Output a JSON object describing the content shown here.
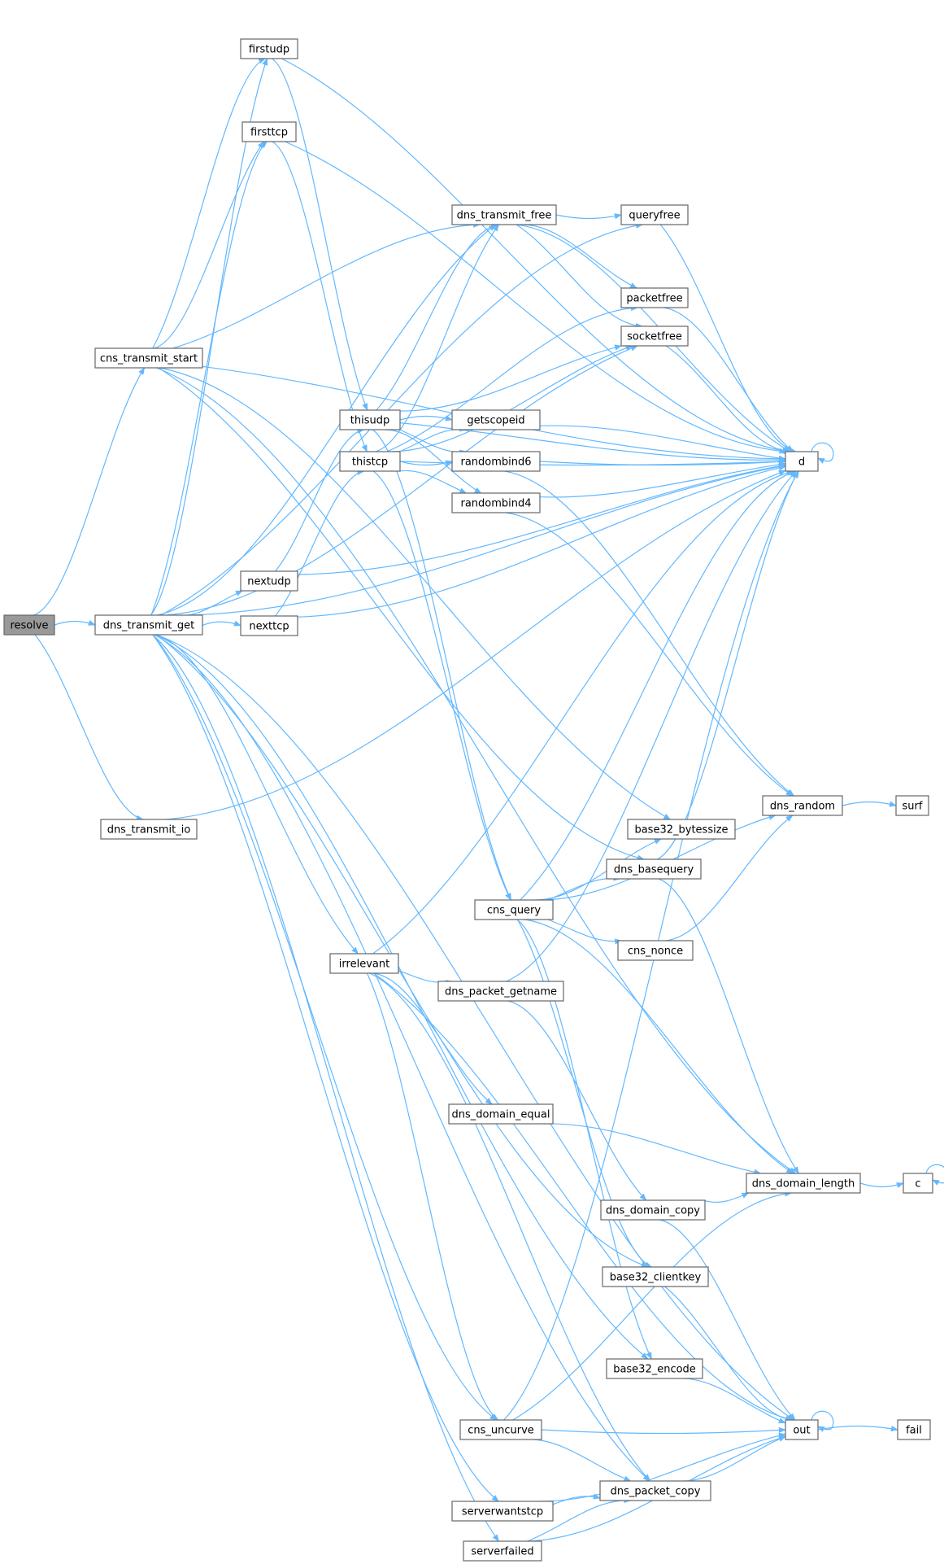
{
  "graph": {
    "edge_color": "#63b8ff",
    "node_border_color": "#666666",
    "root_fill_color": "#999999",
    "nodes": [
      {
        "id": "resolve",
        "label": "resolve",
        "root": true
      },
      {
        "id": "cns_transmit_start",
        "label": "cns_transmit_start"
      },
      {
        "id": "dns_transmit_get",
        "label": "dns_transmit_get"
      },
      {
        "id": "dns_transmit_io",
        "label": "dns_transmit_io"
      },
      {
        "id": "firstudp",
        "label": "firstudp"
      },
      {
        "id": "firsttcp",
        "label": "firsttcp"
      },
      {
        "id": "nextudp",
        "label": "nextudp"
      },
      {
        "id": "nexttcp",
        "label": "nexttcp"
      },
      {
        "id": "irrelevant",
        "label": "irrelevant"
      },
      {
        "id": "thisudp",
        "label": "thisudp"
      },
      {
        "id": "thistcp",
        "label": "thistcp"
      },
      {
        "id": "dns_transmit_free",
        "label": "dns_transmit_free"
      },
      {
        "id": "queryfree",
        "label": "queryfree"
      },
      {
        "id": "packetfree",
        "label": "packetfree"
      },
      {
        "id": "socketfree",
        "label": "socketfree"
      },
      {
        "id": "getscopeid",
        "label": "getscopeid"
      },
      {
        "id": "randombind6",
        "label": "randombind6"
      },
      {
        "id": "randombind4",
        "label": "randombind4"
      },
      {
        "id": "d",
        "label": "d"
      },
      {
        "id": "dns_random",
        "label": "dns_random"
      },
      {
        "id": "surf",
        "label": "surf"
      },
      {
        "id": "base32_bytessize",
        "label": "base32_bytessize"
      },
      {
        "id": "dns_basequery",
        "label": "dns_basequery"
      },
      {
        "id": "cns_query",
        "label": "cns_query"
      },
      {
        "id": "cns_nonce",
        "label": "cns_nonce"
      },
      {
        "id": "dns_packet_getname",
        "label": "dns_packet_getname"
      },
      {
        "id": "dns_domain_equal",
        "label": "dns_domain_equal"
      },
      {
        "id": "dns_domain_length",
        "label": "dns_domain_length"
      },
      {
        "id": "c",
        "label": "c"
      },
      {
        "id": "dns_domain_copy",
        "label": "dns_domain_copy"
      },
      {
        "id": "base32_clientkey",
        "label": "base32_clientkey"
      },
      {
        "id": "base32_encode",
        "label": "base32_encode"
      },
      {
        "id": "cns_uncurve",
        "label": "cns_uncurve"
      },
      {
        "id": "out",
        "label": "out"
      },
      {
        "id": "fail",
        "label": "fail"
      },
      {
        "id": "dns_packet_copy",
        "label": "dns_packet_copy"
      },
      {
        "id": "serverwantstcp",
        "label": "serverwantstcp"
      },
      {
        "id": "serverfailed",
        "label": "serverfailed"
      }
    ],
    "edges": [
      [
        "resolve",
        "cns_transmit_start"
      ],
      [
        "resolve",
        "dns_transmit_get"
      ],
      [
        "resolve",
        "dns_transmit_io"
      ],
      [
        "cns_transmit_start",
        "firstudp"
      ],
      [
        "cns_transmit_start",
        "firsttcp"
      ],
      [
        "cns_transmit_start",
        "dns_transmit_free"
      ],
      [
        "cns_transmit_start",
        "d"
      ],
      [
        "cns_transmit_start",
        "base32_bytessize"
      ],
      [
        "cns_transmit_start",
        "dns_basequery"
      ],
      [
        "cns_transmit_start",
        "dns_domain_length"
      ],
      [
        "dns_transmit_get",
        "firstudp"
      ],
      [
        "dns_transmit_get",
        "firsttcp"
      ],
      [
        "dns_transmit_get",
        "nextudp"
      ],
      [
        "dns_transmit_get",
        "nexttcp"
      ],
      [
        "dns_transmit_get",
        "dns_transmit_free"
      ],
      [
        "dns_transmit_get",
        "queryfree"
      ],
      [
        "dns_transmit_get",
        "socketfree"
      ],
      [
        "dns_transmit_get",
        "irrelevant"
      ],
      [
        "dns_transmit_get",
        "d"
      ],
      [
        "dns_transmit_get",
        "out"
      ],
      [
        "dns_transmit_get",
        "cns_uncurve"
      ],
      [
        "dns_transmit_get",
        "dns_packet_copy"
      ],
      [
        "dns_transmit_get",
        "serverwantstcp"
      ],
      [
        "dns_transmit_get",
        "serverfailed"
      ],
      [
        "dns_transmit_get",
        "base32_clientkey"
      ],
      [
        "dns_transmit_get",
        "base32_encode"
      ],
      [
        "dns_transmit_io",
        "d"
      ],
      [
        "firstudp",
        "thisudp"
      ],
      [
        "firstudp",
        "d"
      ],
      [
        "firsttcp",
        "thistcp"
      ],
      [
        "firsttcp",
        "d"
      ],
      [
        "nextudp",
        "thisudp"
      ],
      [
        "nextudp",
        "d"
      ],
      [
        "nexttcp",
        "thistcp"
      ],
      [
        "nexttcp",
        "d"
      ],
      [
        "thisudp",
        "dns_transmit_free"
      ],
      [
        "thisudp",
        "socketfree"
      ],
      [
        "thisudp",
        "getscopeid"
      ],
      [
        "thisudp",
        "randombind6"
      ],
      [
        "thisudp",
        "randombind4"
      ],
      [
        "thisudp",
        "d"
      ],
      [
        "thisudp",
        "cns_query"
      ],
      [
        "thistcp",
        "dns_transmit_free"
      ],
      [
        "thistcp",
        "packetfree"
      ],
      [
        "thistcp",
        "socketfree"
      ],
      [
        "thistcp",
        "getscopeid"
      ],
      [
        "thistcp",
        "randombind6"
      ],
      [
        "thistcp",
        "randombind4"
      ],
      [
        "thistcp",
        "d"
      ],
      [
        "thistcp",
        "cns_query"
      ],
      [
        "dns_transmit_free",
        "queryfree"
      ],
      [
        "dns_transmit_free",
        "packetfree"
      ],
      [
        "dns_transmit_free",
        "socketfree"
      ],
      [
        "dns_transmit_free",
        "d"
      ],
      [
        "queryfree",
        "d"
      ],
      [
        "packetfree",
        "d"
      ],
      [
        "socketfree",
        "d"
      ],
      [
        "getscopeid",
        "d"
      ],
      [
        "randombind6",
        "d"
      ],
      [
        "randombind6",
        "dns_random"
      ],
      [
        "randombind4",
        "d"
      ],
      [
        "randombind4",
        "dns_random"
      ],
      [
        "d",
        "d"
      ],
      [
        "dns_random",
        "surf"
      ],
      [
        "dns_basequery",
        "d"
      ],
      [
        "dns_basequery",
        "dns_domain_length"
      ],
      [
        "cns_query",
        "base32_bytessize"
      ],
      [
        "cns_query",
        "dns_basequery"
      ],
      [
        "cns_query",
        "cns_nonce"
      ],
      [
        "cns_query",
        "d"
      ],
      [
        "cns_query",
        "dns_random"
      ],
      [
        "cns_query",
        "dns_domain_length"
      ],
      [
        "cns_query",
        "base32_clientkey"
      ],
      [
        "cns_query",
        "base32_encode"
      ],
      [
        "cns_nonce",
        "dns_random"
      ],
      [
        "irrelevant",
        "d"
      ],
      [
        "irrelevant",
        "dns_packet_getname"
      ],
      [
        "irrelevant",
        "dns_domain_equal"
      ],
      [
        "irrelevant",
        "cns_uncurve"
      ],
      [
        "irrelevant",
        "dns_packet_copy"
      ],
      [
        "irrelevant",
        "out"
      ],
      [
        "dns_packet_getname",
        "dns_domain_copy"
      ],
      [
        "dns_packet_getname",
        "d"
      ],
      [
        "dns_domain_equal",
        "dns_domain_length"
      ],
      [
        "dns_domain_length",
        "c"
      ],
      [
        "c",
        "c"
      ],
      [
        "dns_domain_copy",
        "dns_domain_length"
      ],
      [
        "dns_domain_copy",
        "out"
      ],
      [
        "base32_clientkey",
        "out"
      ],
      [
        "base32_encode",
        "out"
      ],
      [
        "cns_uncurve",
        "d"
      ],
      [
        "cns_uncurve",
        "dns_domain_length"
      ],
      [
        "cns_uncurve",
        "out"
      ],
      [
        "cns_uncurve",
        "dns_packet_copy"
      ],
      [
        "out",
        "out"
      ],
      [
        "out",
        "fail"
      ],
      [
        "dns_packet_copy",
        "out"
      ],
      [
        "serverwantstcp",
        "dns_packet_copy"
      ],
      [
        "serverwantstcp",
        "out"
      ],
      [
        "serverfailed",
        "dns_packet_copy"
      ],
      [
        "serverfailed",
        "out"
      ]
    ]
  }
}
